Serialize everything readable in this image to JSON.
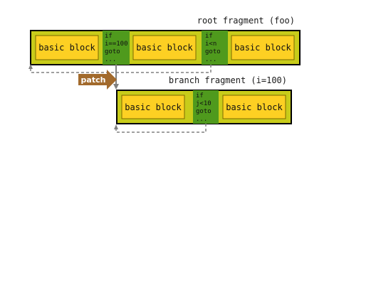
{
  "colors": {
    "fragment_fill": "#c8cc1a",
    "fragment_border": "#000000",
    "block_fill": "#fdd023",
    "block_border": "#7a6a00",
    "condition_fill": "#4f9a1d",
    "patch_arrow": "#a26a2c",
    "connector": "#808080"
  },
  "root_fragment": {
    "title": "root fragment (foo)",
    "blocks": [
      "basic block",
      "basic block",
      "basic block"
    ],
    "conditions": [
      {
        "lines": [
          "if",
          "i==100",
          "goto",
          "..."
        ]
      },
      {
        "lines": [
          "if",
          "i<n",
          "goto",
          "..."
        ]
      }
    ]
  },
  "patch": {
    "label": "patch"
  },
  "branch_fragment": {
    "title": "branch fragment (i=100)",
    "blocks": [
      "basic block",
      "basic block"
    ],
    "conditions": [
      {
        "lines": [
          "if",
          "j<10",
          "goto",
          "..."
        ]
      }
    ]
  }
}
